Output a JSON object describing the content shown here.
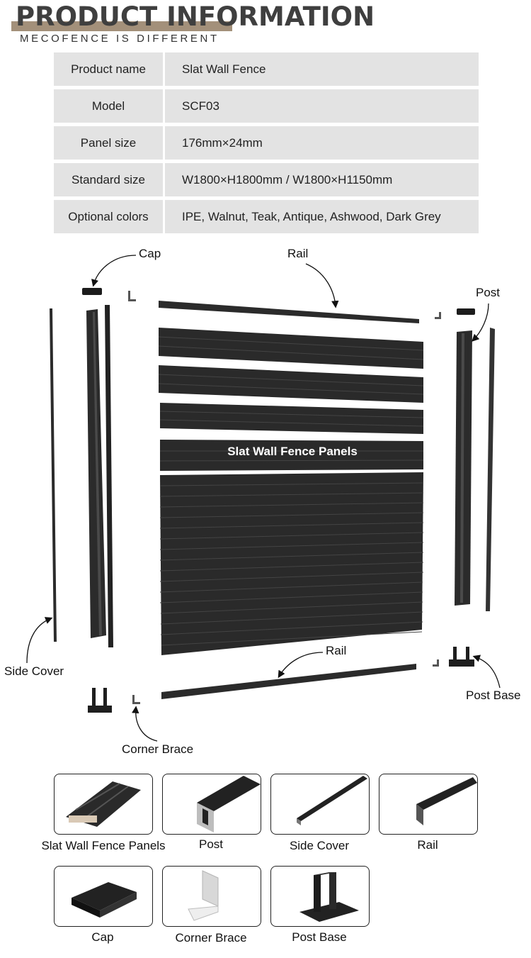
{
  "header": {
    "title": "PRODUCT INFORMATION",
    "subtitle": "MECOFENCE IS DIFFERENT"
  },
  "specs": [
    {
      "key": "Product name",
      "value": "Slat Wall Fence"
    },
    {
      "key": "Model",
      "value": "SCF03"
    },
    {
      "key": "Panel size",
      "value": "176mm×24mm"
    },
    {
      "key": "Standard size",
      "value": "W1800×H1800mm / W1800×H1150mm"
    },
    {
      "key": "Optional colors",
      "value": "IPE, Walnut, Teak, Antique, Ashwood, Dark Grey"
    }
  ],
  "diagram": {
    "labels": {
      "cap": "Cap",
      "rail_top": "Rail",
      "post": "Post",
      "panels": "Slat Wall Fence Panels",
      "side_cover": "Side Cover",
      "rail_bottom": "Rail",
      "post_base": "Post Base",
      "corner_brace": "Corner Brace"
    },
    "colors": {
      "component": "#2b2b2b",
      "accent": "#a3907a"
    }
  },
  "components": [
    {
      "label": "Slat Wall Fence Panels",
      "icon": "slat-panel-icon"
    },
    {
      "label": "Post",
      "icon": "post-profile-icon"
    },
    {
      "label": "Side Cover",
      "icon": "side-cover-icon"
    },
    {
      "label": "Rail",
      "icon": "rail-icon"
    },
    {
      "label": "Cap",
      "icon": "cap-icon"
    },
    {
      "label": "Corner Brace",
      "icon": "corner-brace-icon"
    },
    {
      "label": "Post Base",
      "icon": "post-base-icon"
    }
  ]
}
